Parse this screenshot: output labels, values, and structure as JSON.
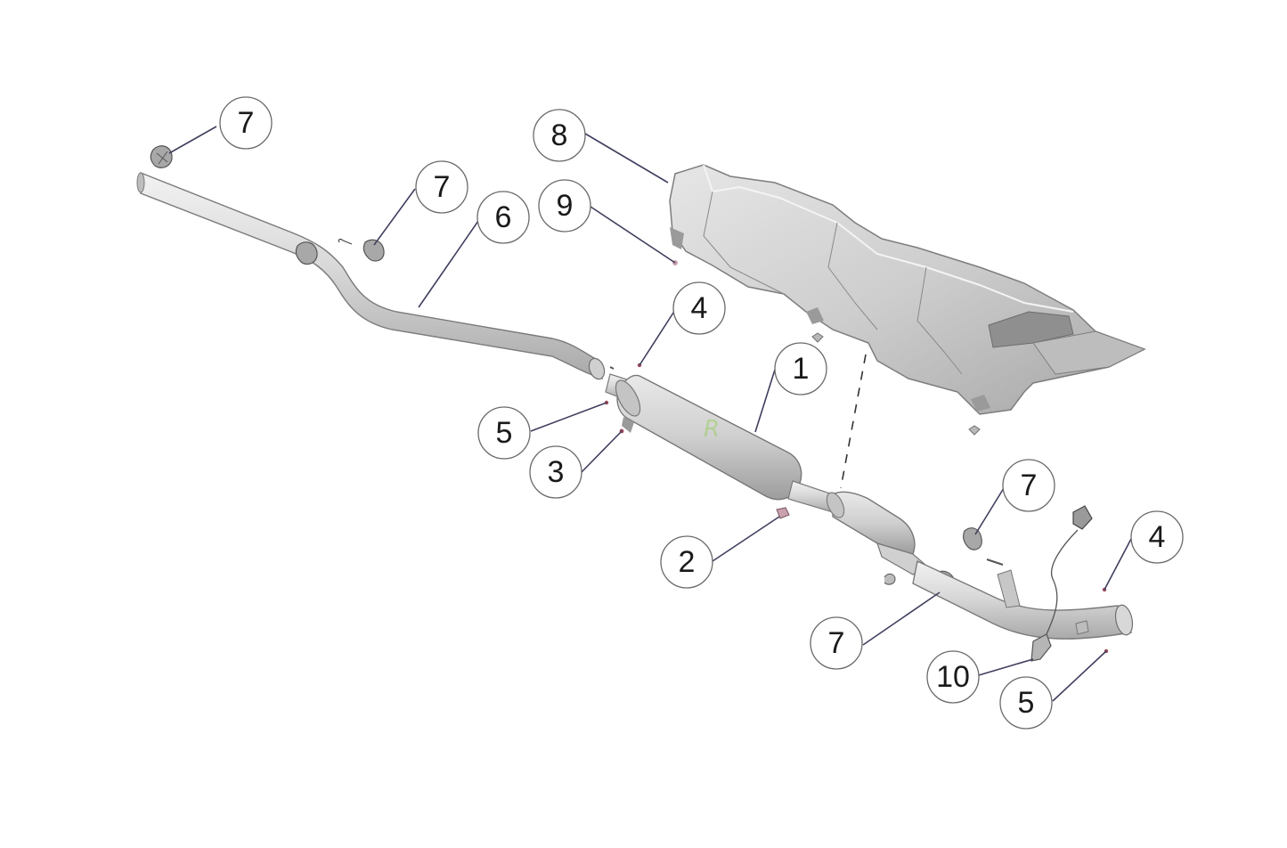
{
  "diagram": {
    "callouts": [
      {
        "id": "c7a",
        "label": "7"
      },
      {
        "id": "c8",
        "label": "8"
      },
      {
        "id": "c7b",
        "label": "7"
      },
      {
        "id": "c6",
        "label": "6"
      },
      {
        "id": "c9",
        "label": "9"
      },
      {
        "id": "c4a",
        "label": "4"
      },
      {
        "id": "c1",
        "label": "1"
      },
      {
        "id": "c5a",
        "label": "5"
      },
      {
        "id": "c3",
        "label": "3"
      },
      {
        "id": "c7c",
        "label": "7"
      },
      {
        "id": "c4b",
        "label": "4"
      },
      {
        "id": "c2",
        "label": "2"
      },
      {
        "id": "c7d",
        "label": "7"
      },
      {
        "id": "c10",
        "label": "10"
      },
      {
        "id": "c5b",
        "label": "5"
      }
    ]
  }
}
